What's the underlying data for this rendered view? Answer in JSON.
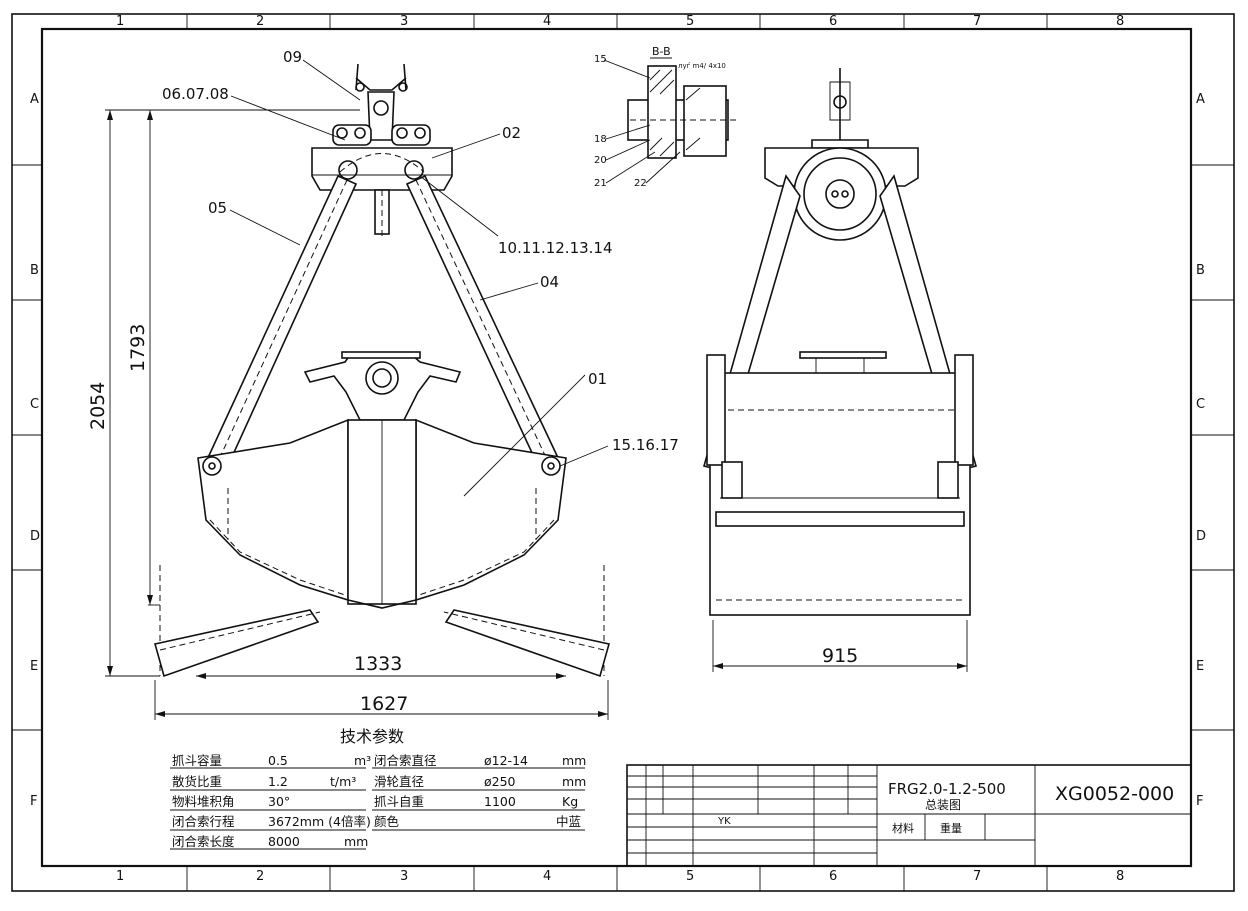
{
  "drawing": {
    "grid_columns": [
      "1",
      "2",
      "3",
      "4",
      "5",
      "6",
      "7",
      "8"
    ],
    "grid_rows": [
      "A",
      "B",
      "C",
      "D",
      "E",
      "F"
    ],
    "dimensions": {
      "overall_height": "2054",
      "link_height": "1793",
      "open_span_inner": "1333",
      "open_span_outer": "1627",
      "side_width": "915"
    },
    "callouts": {
      "c09": "09",
      "c060708": "06.07.08",
      "c02": "02",
      "c05": "05",
      "c1011": "10.11.12.13.14",
      "c04": "04",
      "c01": "01",
      "c151617": "15.16.17",
      "section_title": "B-B",
      "section_note": "луѓ m4/ 4x10",
      "s15": "15",
      "s18": "18",
      "s20": "20",
      "s21": "21",
      "s22": "22"
    },
    "tech_params": {
      "title": "技术参数",
      "left": [
        {
          "label": "抓斗容量",
          "value": "0.5",
          "unit": "m³"
        },
        {
          "label": "散货比重",
          "value": "1.2",
          "unit": "t/m³"
        },
        {
          "label": "物料堆积角",
          "value": "30°",
          "unit": ""
        },
        {
          "label": "闭合索行程",
          "value": "3672mm (4倍率)",
          "unit": ""
        },
        {
          "label": "闭合索长度",
          "value": "8000",
          "unit": "mm"
        }
      ],
      "right": [
        {
          "label": "闭合索直径",
          "value": "ø12-14",
          "unit": "mm"
        },
        {
          "label": "滑轮直径",
          "value": "ø250",
          "unit": "mm"
        },
        {
          "label": "抓斗自重",
          "value": "1100",
          "unit": "Kg"
        },
        {
          "label": "颜色",
          "value": "",
          "unit": "中蓝"
        }
      ]
    },
    "title_block": {
      "model": "FRG2.0-1.2-500",
      "name": "总装图",
      "drawing_no": "XG0052-000",
      "material_label": "材料",
      "weight_label": "重量",
      "designer": "YK"
    }
  }
}
